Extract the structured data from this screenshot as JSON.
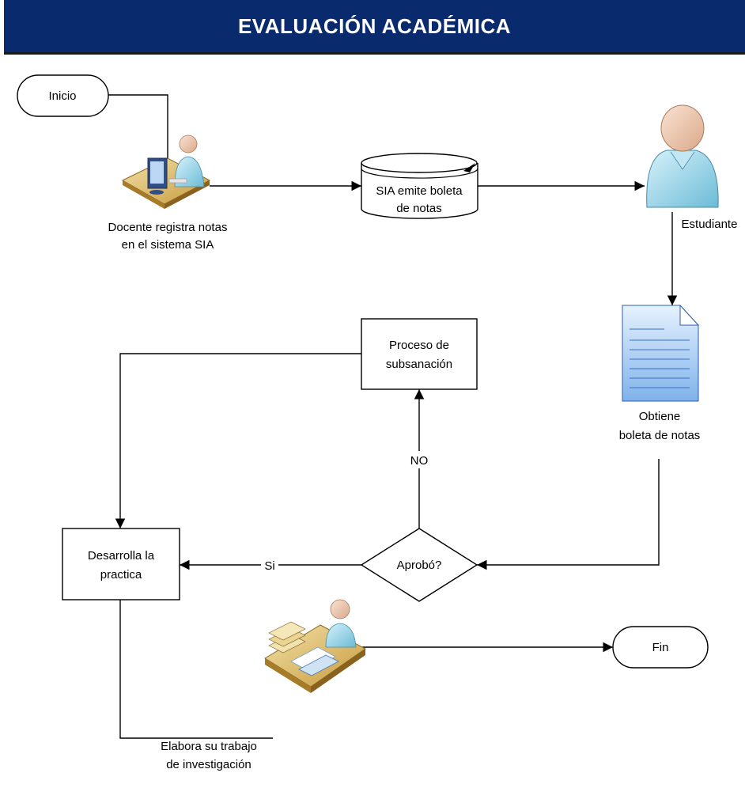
{
  "header": {
    "title": "EVALUACIÓN ACADÉMICA",
    "color": "#0a2a6e"
  },
  "nodes": {
    "inicio": {
      "label": "Inicio"
    },
    "docente": {
      "line1": "Docente registra notas",
      "line2": "en el sistema SIA",
      "icon": "teacher-computer-icon"
    },
    "sia": {
      "line1": "SIA emite boleta",
      "line2": "de notas",
      "icon": "database-icon"
    },
    "estudiante": {
      "label": "Estudiante",
      "icon": "user-icon"
    },
    "boleta": {
      "line1": "Obtiene",
      "line2": "boleta de notas",
      "icon": "document-icon"
    },
    "subsanacion": {
      "line1": "Proceso de",
      "line2": "subsanación"
    },
    "aprobo": {
      "label": "Aprobó?"
    },
    "practica": {
      "line1": "Desarrolla la",
      "line2": "practica"
    },
    "investigacion": {
      "line1": "Elabora su trabajo",
      "line2": "de investigación",
      "icon": "desk-worker-icon"
    },
    "fin": {
      "label": "Fin"
    }
  },
  "edges": {
    "no_label": "NO",
    "si_label": "Si"
  }
}
